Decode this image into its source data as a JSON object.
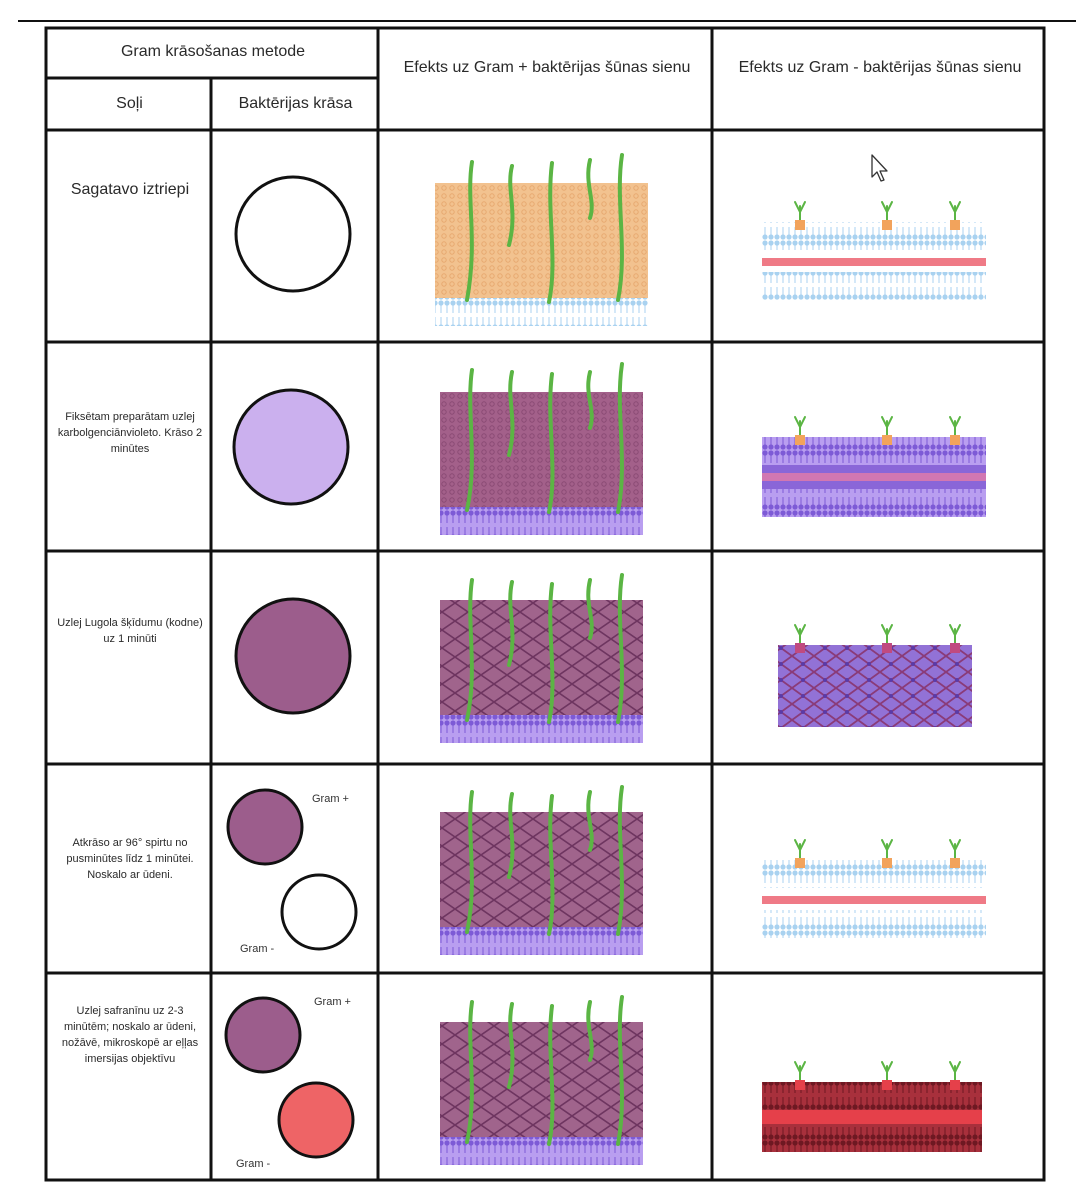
{
  "header": {
    "method_title": "Gram krāsošanas metode",
    "col_steps": "Soļi",
    "col_color": "Baktērijas krāsa",
    "col_gram_pos": "Efekts uz Gram + baktērijas šūnas sienu",
    "col_gram_neg": "Efekts uz Gram - baktērijas šūnas sienu"
  },
  "rows": [
    {
      "step": "Sagatavo iztriepi",
      "fill": "#ffffff",
      "pos_stain": "peach",
      "neg_stain": "light"
    },
    {
      "step": "Fiksētam preparātam uzlej karbolgenciānvioleto. Krāso 2 minūtes",
      "fill": "#cbb0ee",
      "pos_stain": "violet",
      "neg_stain": "violet"
    },
    {
      "step": "Uzlej Lugola šķīdumu (kodne) uz 1 minūti",
      "fill": "#9c5d8c",
      "pos_stain": "complex",
      "neg_stain": "complex"
    },
    {
      "step": "Atkrāso ar 96° spirtu no pusminūtes līdz 1 minūtei. Noskalo ar ūdeni.",
      "fill_pos": "#9c5d8c",
      "fill_neg": "#ffffff",
      "label_pos": "Gram +",
      "label_neg": "Gram -",
      "pos_stain": "complex",
      "neg_stain": "light"
    },
    {
      "step": "Uzlej safranīnu uz 2-3 minūtēm; noskalo ar ūdeni, nožāvē, mikroskopē ar eļļas imersijas objektīvu",
      "fill_pos": "#9c5d8c",
      "fill_neg": "#ee6466",
      "label_pos": "Gram +",
      "label_neg": "Gram -",
      "pos_stain": "complex",
      "neg_stain": "red"
    }
  ],
  "colors": {
    "peach": "#f2c28f",
    "violet": "#8a66d8",
    "complex": "#9a5b8a",
    "membrane": "#a9d2f0",
    "lps_red": "#ef7a86",
    "safranin": "#b2323f",
    "green": "#5bb544"
  }
}
